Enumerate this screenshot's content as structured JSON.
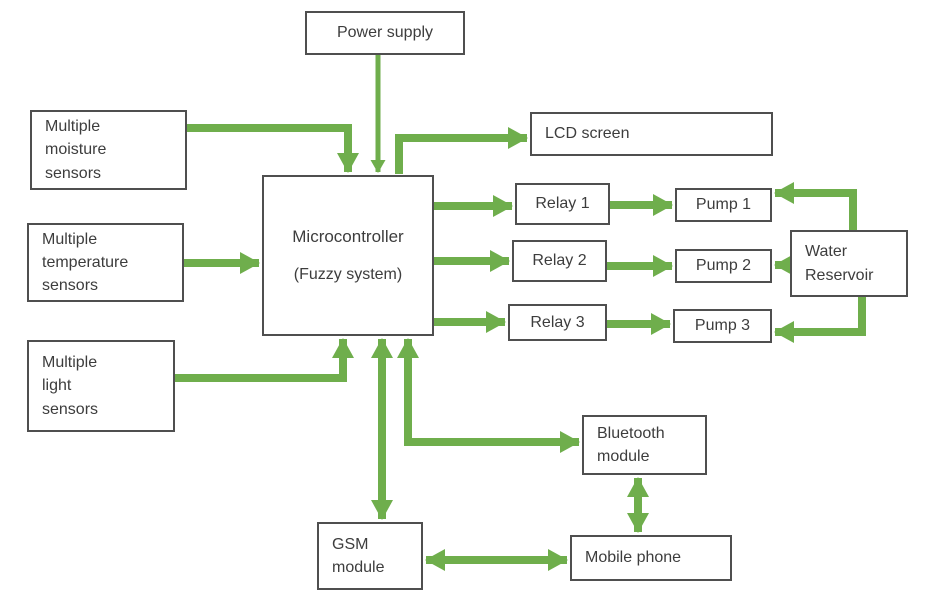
{
  "diagram": {
    "description": "Block diagram of a fuzzy-system microcontroller based automatic irrigation system",
    "colors": {
      "arrow": "#6fae4c",
      "box_border": "#4f4f4f",
      "text": "#3d3d3d",
      "background": "#ffffff"
    },
    "nodes": {
      "power_supply": {
        "label": "Power supply"
      },
      "moisture_sensors": {
        "label": "Multiple\nmoisture\nsensors"
      },
      "temperature_sensors": {
        "label": "Multiple\ntemperature\nsensors"
      },
      "light_sensors": {
        "label": "Multiple\nlight\nsensors"
      },
      "microcontroller": {
        "title": "Microcontroller",
        "subtitle": "(Fuzzy system)"
      },
      "lcd_screen": {
        "label": "LCD screen"
      },
      "relay_1": {
        "label": "Relay 1"
      },
      "relay_2": {
        "label": "Relay 2"
      },
      "relay_3": {
        "label": "Relay 3"
      },
      "pump_1": {
        "label": "Pump 1"
      },
      "pump_2": {
        "label": "Pump 2"
      },
      "pump_3": {
        "label": "Pump 3"
      },
      "water_reservoir": {
        "label": "Water\nReservoir"
      },
      "bluetooth_module": {
        "label": "Bluetooth\nmodule"
      },
      "gsm_module": {
        "label": "GSM\nmodule"
      },
      "mobile_phone": {
        "label": "Mobile phone"
      }
    },
    "edges": [
      {
        "id": "power-to-microcontroller",
        "from": "power_supply",
        "to": "microcontroller",
        "bidirectional": false
      },
      {
        "id": "moisture-to-microcontroller",
        "from": "moisture_sensors",
        "to": "microcontroller",
        "bidirectional": false
      },
      {
        "id": "microcontroller-to-lcd",
        "from": "microcontroller",
        "to": "lcd_screen",
        "bidirectional": false
      },
      {
        "id": "temperature-to-microcontroller",
        "from": "temperature_sensors",
        "to": "microcontroller",
        "bidirectional": false
      },
      {
        "id": "light-to-microcontroller",
        "from": "light_sensors",
        "to": "microcontroller",
        "bidirectional": false
      },
      {
        "id": "microcontroller-to-relay1",
        "from": "microcontroller",
        "to": "relay_1",
        "bidirectional": false
      },
      {
        "id": "microcontroller-to-relay2",
        "from": "microcontroller",
        "to": "relay_2",
        "bidirectional": false
      },
      {
        "id": "microcontroller-to-relay3",
        "from": "microcontroller",
        "to": "relay_3",
        "bidirectional": false
      },
      {
        "id": "relay1-to-pump1",
        "from": "relay_1",
        "to": "pump_1",
        "bidirectional": false
      },
      {
        "id": "relay2-to-pump2",
        "from": "relay_2",
        "to": "pump_2",
        "bidirectional": false
      },
      {
        "id": "relay3-to-pump3",
        "from": "relay_3",
        "to": "pump_3",
        "bidirectional": false
      },
      {
        "id": "reservoir-to-pump1",
        "from": "water_reservoir",
        "to": "pump_1",
        "bidirectional": false
      },
      {
        "id": "reservoir-to-pump2",
        "from": "water_reservoir",
        "to": "pump_2",
        "bidirectional": false
      },
      {
        "id": "reservoir-to-pump3",
        "from": "water_reservoir",
        "to": "pump_3",
        "bidirectional": false
      },
      {
        "id": "microcontroller-gsm",
        "from": "microcontroller",
        "to": "gsm_module",
        "bidirectional": true
      },
      {
        "id": "microcontroller-bluetooth",
        "from": "microcontroller",
        "to": "bluetooth_module",
        "bidirectional": true
      },
      {
        "id": "bluetooth-mobile",
        "from": "bluetooth_module",
        "to": "mobile_phone",
        "bidirectional": true
      },
      {
        "id": "gsm-mobile",
        "from": "gsm_module",
        "to": "mobile_phone",
        "bidirectional": true
      }
    ]
  }
}
